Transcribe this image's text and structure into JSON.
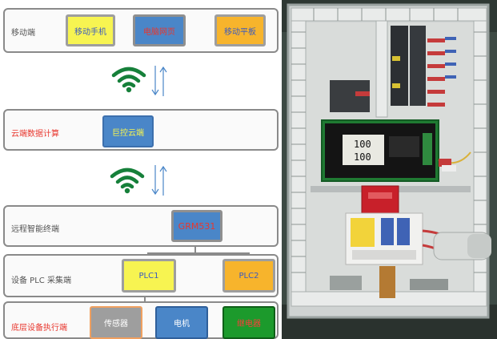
{
  "tiers": {
    "mobile": {
      "label": "移动端",
      "boxes": [
        "移动手机",
        "电脑网页",
        "移动平板"
      ]
    },
    "cloud": {
      "label": "云端数据计算",
      "box": "巨控云端"
    },
    "remote": {
      "label": "远程智能终端",
      "box": "GRM531"
    },
    "plc": {
      "label": "设备 PLC 采集端",
      "boxes": [
        "PLC1",
        "PLC2"
      ]
    },
    "bottom": {
      "label": "底层设备执行端",
      "boxes": [
        "传感器",
        "电机",
        "继电器"
      ]
    }
  },
  "device_display": {
    "line1": "100",
    "line2": "100"
  },
  "colors": {
    "wifi": "#16803a",
    "arrow": "#4a86c8",
    "tier_label_red": "#e8372e",
    "tier_label_gray": "#555555"
  }
}
